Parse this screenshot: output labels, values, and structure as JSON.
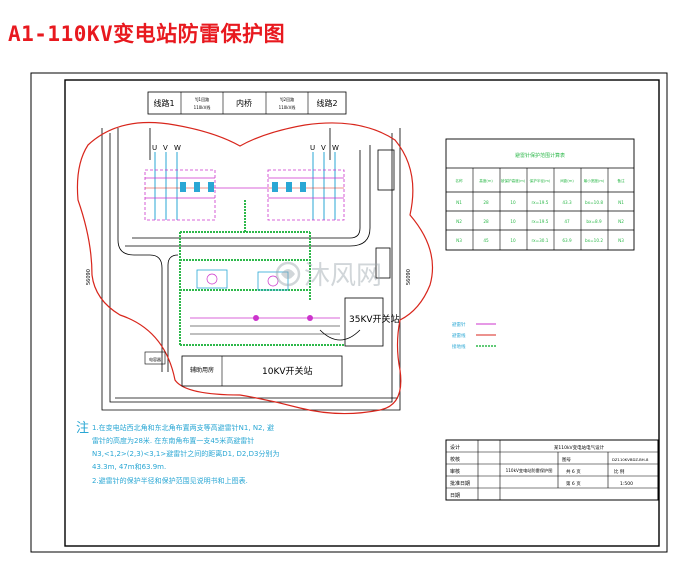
{
  "page_title": "A1-110KV变电站防雷保护图",
  "header_boxes": {
    "line1": "线路1",
    "inner": "内桥",
    "line2": "线路2",
    "line1_sub_a": "YJ1回路",
    "line1_sub_b": "110kV线",
    "line2_sub_a": "YJ2回路",
    "line2_sub_b": "110kV线"
  },
  "phase_labels": [
    "U",
    "V",
    "W"
  ],
  "labels": {
    "kv35": "35KV开关站",
    "kv10": "10KV开关站",
    "aux": "辅助用房",
    "cap": "电容器",
    "dim_left": "56090",
    "dim_right": "56090"
  },
  "notes": {
    "marker": "注",
    "lines": [
      "1.在变电站西北角和东北角布置两支等高避雷针N1, N2, 避",
      "  雷针的高度为28米. 在东南角布置一支45米高避雷针",
      "  N3,<1,2>(2,3)<3,1>避雷针之间的距离D1, D2,D3分别为",
      "  43.3m, 47m和63.9m.",
      "2.避雷针的保护半径和保护范围见说明书和上图表."
    ]
  },
  "right_table": {
    "title": "避雷针保护范围计算表",
    "headers": [
      "名称",
      "高度(m)",
      "被保护高度(m)",
      "保护半径(m)",
      "间距(m)",
      "最小宽度(m)",
      "备注"
    ],
    "rows": [
      [
        "N1",
        "28",
        "10",
        "rx=19.5",
        "43.3",
        "bx=10.8",
        "N1"
      ],
      [
        "N2",
        "28",
        "10",
        "rx=19.5",
        "47",
        "bx=8.9",
        "N2"
      ],
      [
        "N3",
        "45",
        "10",
        "rx=30.1",
        "63.9",
        "bx=10.2",
        "N3"
      ]
    ]
  },
  "legend": {
    "items": [
      "避雷针",
      "避雷线",
      "接地线"
    ]
  },
  "title_block": {
    "design": "设计",
    "check": "校核",
    "audit": "审核",
    "approve": "批准日期",
    "date": "日期",
    "project": "某110kV变电站电气设计",
    "drawing_name": "110kV变电站防雷保护图",
    "drawing_no_label": "图号",
    "drawing_no": "DZ110KVBDZ-BH-8",
    "total_pages": "共 6 页",
    "page_no": "第 6 页",
    "scale_label": "比 例",
    "scale": "1:500"
  },
  "watermark": "沐风网",
  "colors": {
    "title_red": "#e8191f",
    "protection_red": "#d8261c",
    "ground_green": "#2db84a",
    "bus_magenta": "#cc33cc",
    "note_cyan": "#2aa7d4",
    "frame": "#000000"
  }
}
